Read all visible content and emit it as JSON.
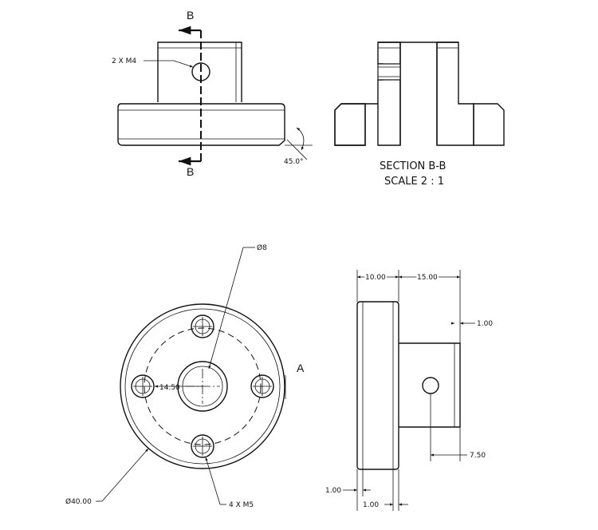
{
  "labels": {
    "section_b_top": "B",
    "section_b_bottom": "B",
    "hole_m4": "2 X M4",
    "chamfer_angle": "45.0°",
    "section_title": "SECTION B-B",
    "section_scale": "SCALE 2 : 1",
    "bore_dia": "Ø8",
    "bolt_circle_radius": "14.50",
    "outer_dia": "Ø40.00",
    "hole_m5": "4 X M5",
    "view_a": "A",
    "dim_flange": "10.00",
    "dim_hub": "15.00",
    "dim_hub_offset": "1.00",
    "dim_hole_pos": "7.50",
    "dim_chamfer_left": "1.00",
    "dim_chamfer_bottom": "1.00"
  }
}
